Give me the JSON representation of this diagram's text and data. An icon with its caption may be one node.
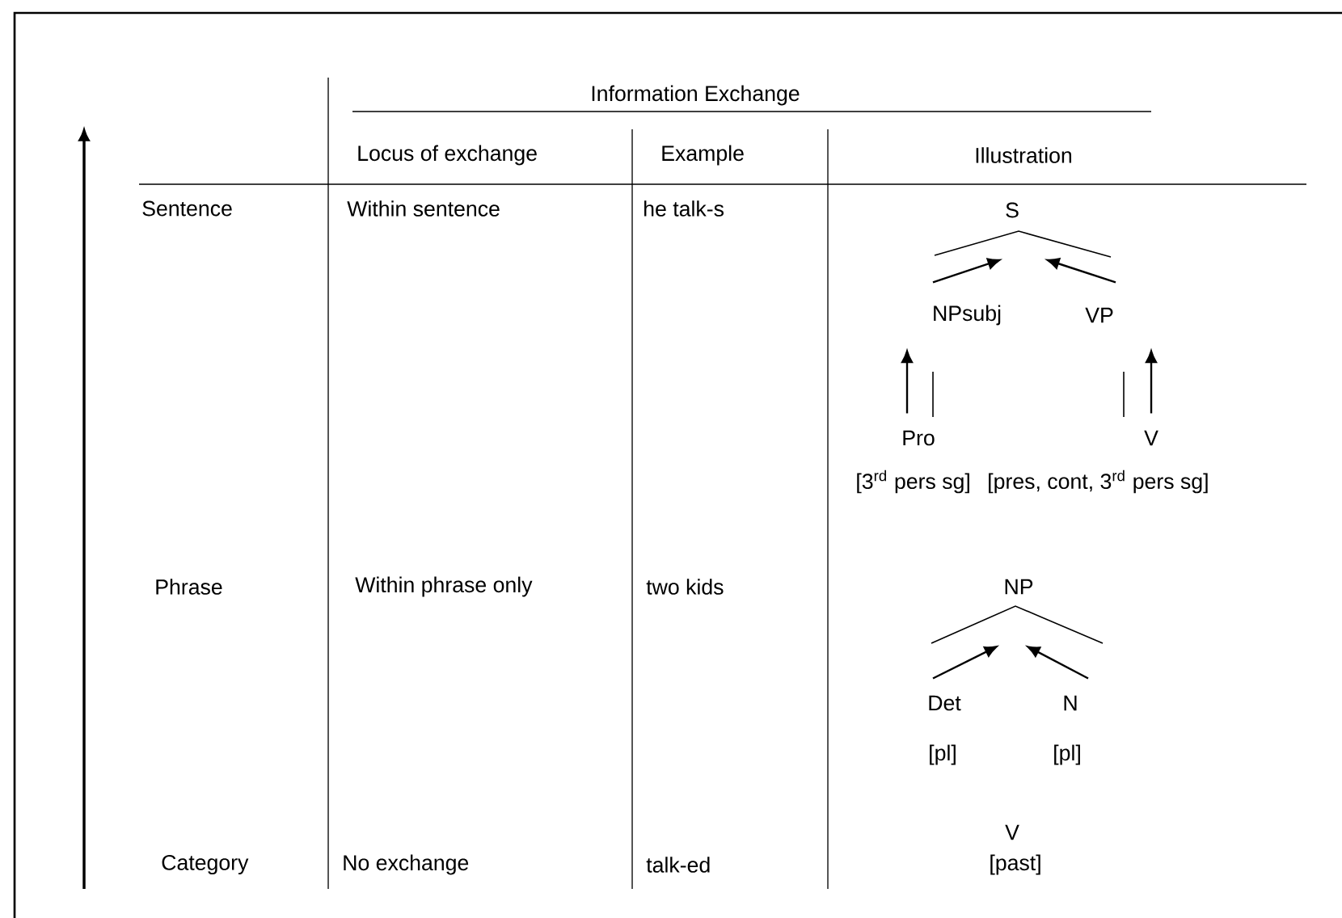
{
  "diagram": {
    "nodes": [
      {
        "text": [
          "S"
        ]
      },
      {
        "text": [
          "NPsubj"
        ]
      },
      {
        "text": [
          "VP"
        ]
      },
      {
        "text": [
          "Pro"
        ],
        "beside": [
          "[3$^{rd}$ pers sg]"
        ]
      },
      {
        "text": [
          "V"
        ],
        "beside": [
          "[pres, cont, 3$^{rd}$ pers sg]"
        ]
      },
      {
        "text": [
          "NP"
        ]
      },
      {
        "text": [
          "Det"
        ],
        "beside": [
          "[pl]"
        ]
      },
      {
        "text": [
          "N"
        ],
        "beside": [
          "[pl]"
        ]
      }
    ],
    "edges": [
      {
        "from": 1,
        "to": 0,
        "arrow": "to"
      },
      {
        "from": 2,
        "to": 0,
        "arrow": "to"
      },
      {
        "from": 3,
        "to": 1,
        "arrow": "to"
      },
      {
        "from": 4,
        "to": 2,
        "arrow": "to"
      },
      {
        "from": 6,
        "to": 5,
        "arrow": "to"
      },
      {
        "from": 7,
        "to": 5,
        "arrow": "to"
      }
    ],
    "labels": [
      "Information Exchange",
      "Locus of exchange",
      "Example",
      "Illustration",
      "Sentence",
      "Within sentence",
      "he talk-s",
      "Phrase",
      "Within phrase only",
      "two kids",
      "Category",
      "No exchange",
      "talk-ed",
      "V",
      "[past]"
    ]
  }
}
